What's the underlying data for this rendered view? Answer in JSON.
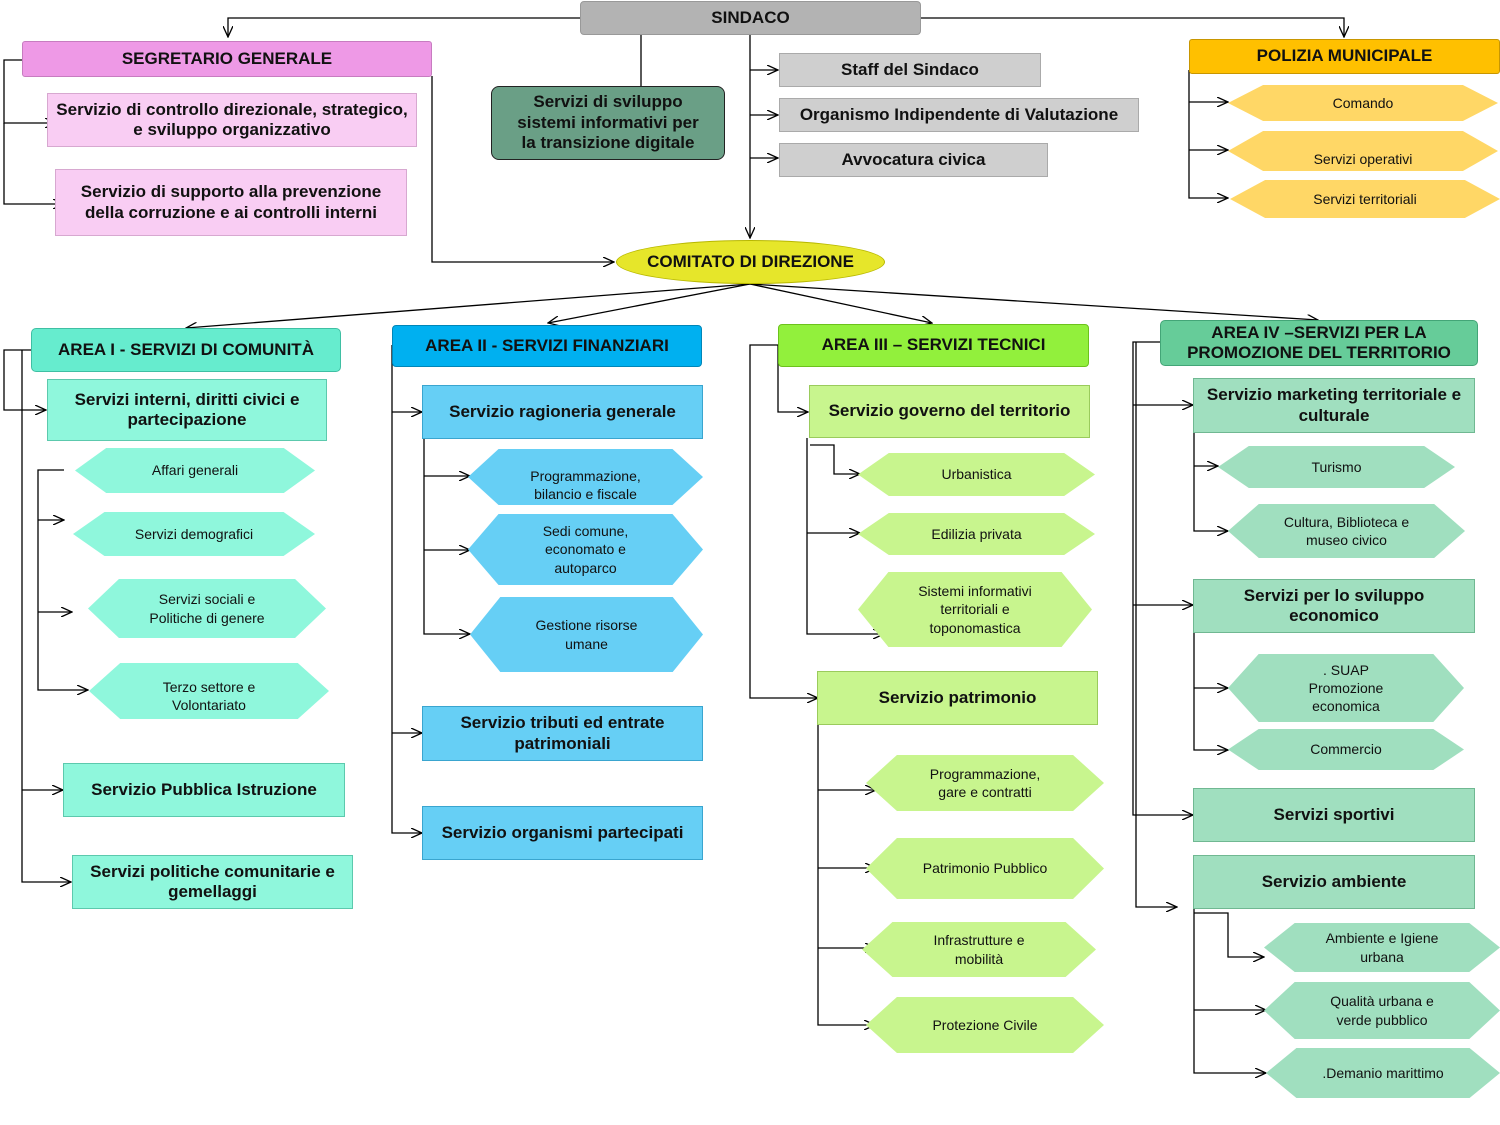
{
  "colors": {
    "sindaco": "#b3b3b3",
    "segretario": "#ee99e6",
    "segretario_light": "#f9cdf3",
    "digital": "#6a9f86",
    "staff": "#cfcfcf",
    "polizia": "#ffc000",
    "polizia_hex": "#ffd766",
    "comitato": "#e6e62a",
    "area1": "#66ecce",
    "area1_light": "#8ff7dc",
    "area2": "#00b0f0",
    "area2_light": "#66cff5",
    "area3": "#92f03c",
    "area3_light": "#c8f58e",
    "area4": "#66cc99",
    "area4_light": "#a0dfbf"
  },
  "diagram": {
    "sindaco": "SINDACO",
    "segretario": {
      "title": "SEGRETARIO GENERALE",
      "services": [
        "Servizio di controllo direzionale, strategico,\ne sviluppo organizzativo",
        "Servizio di supporto alla prevenzione\ndella corruzione e ai controlli  interni"
      ]
    },
    "digital": "Servizi di sviluppo\nsistemi informativi  per\nla transizione digitale",
    "staff": [
      "Staff del Sindaco",
      "Organismo Indipendente di Valutazione",
      "Avvocatura civica"
    ],
    "polizia": {
      "title": "POLIZIA  MUNICIPALE",
      "items": [
        "Comando",
        "Servizi operativi",
        "Servizi territoriali"
      ]
    },
    "comitato": "COMITATO DI DIREZIONE",
    "area1": {
      "title": "AREA I - SERVIZI DI COMUNITÀ",
      "service1": "Servizi interni, diritti civici e\npartecipazione",
      "items": [
        "Affari generali",
        "Servizi demografici",
        "Servizi sociali e\nPolitiche di genere",
        "Terzo settore e\nVolontariato"
      ],
      "service2": "Servizio Pubblica Istruzione",
      "service3": "Servizi politiche comunitarie e\ngemellaggi"
    },
    "area2": {
      "title": "AREA II - SERVIZI FINANZIARI",
      "service1": "Servizio ragioneria generale",
      "items": [
        "Programmazione,\nbilancio e fiscale",
        "Sedi comune,\neconomato e\nautoparco",
        "Gestione risorse\numane"
      ],
      "service2": "Servizio tributi ed entrate\npatrimoniali",
      "service3": "Servizio organismi partecipati"
    },
    "area3": {
      "title": "AREA III – SERVIZI TECNICI",
      "service1": "Servizio governo del territorio",
      "items1": [
        "Urbanistica",
        "Edilizia privata",
        "Sistemi informativi\nterritoriali e\ntoponomastica"
      ],
      "service2": "Servizio patrimonio",
      "items2": [
        "Programmazione,\ngare e contratti",
        "Patrimonio Pubblico",
        "Infrastrutture e\nmobilità",
        "Protezione Civile"
      ]
    },
    "area4": {
      "title": "AREA IV –SERVIZI PER LA\nPROMOZIONE DEL TERRITORIO",
      "service1": "Servizio marketing territoriale e\nculturale",
      "items1": [
        "Turismo",
        "Cultura, Biblioteca e\nmuseo civico"
      ],
      "service2": "Servizi  per lo  sviluppo\neconomico",
      "items2": [
        ". SUAP\nPromozione\neconomica",
        "Commercio"
      ],
      "service3": "Servizi sportivi",
      "service4": "Servizio ambiente",
      "items4": [
        "Ambiente e  Igiene\nurbana",
        "Qualità urbana e\nverde pubblico",
        ".Demanio marittimo"
      ]
    }
  }
}
